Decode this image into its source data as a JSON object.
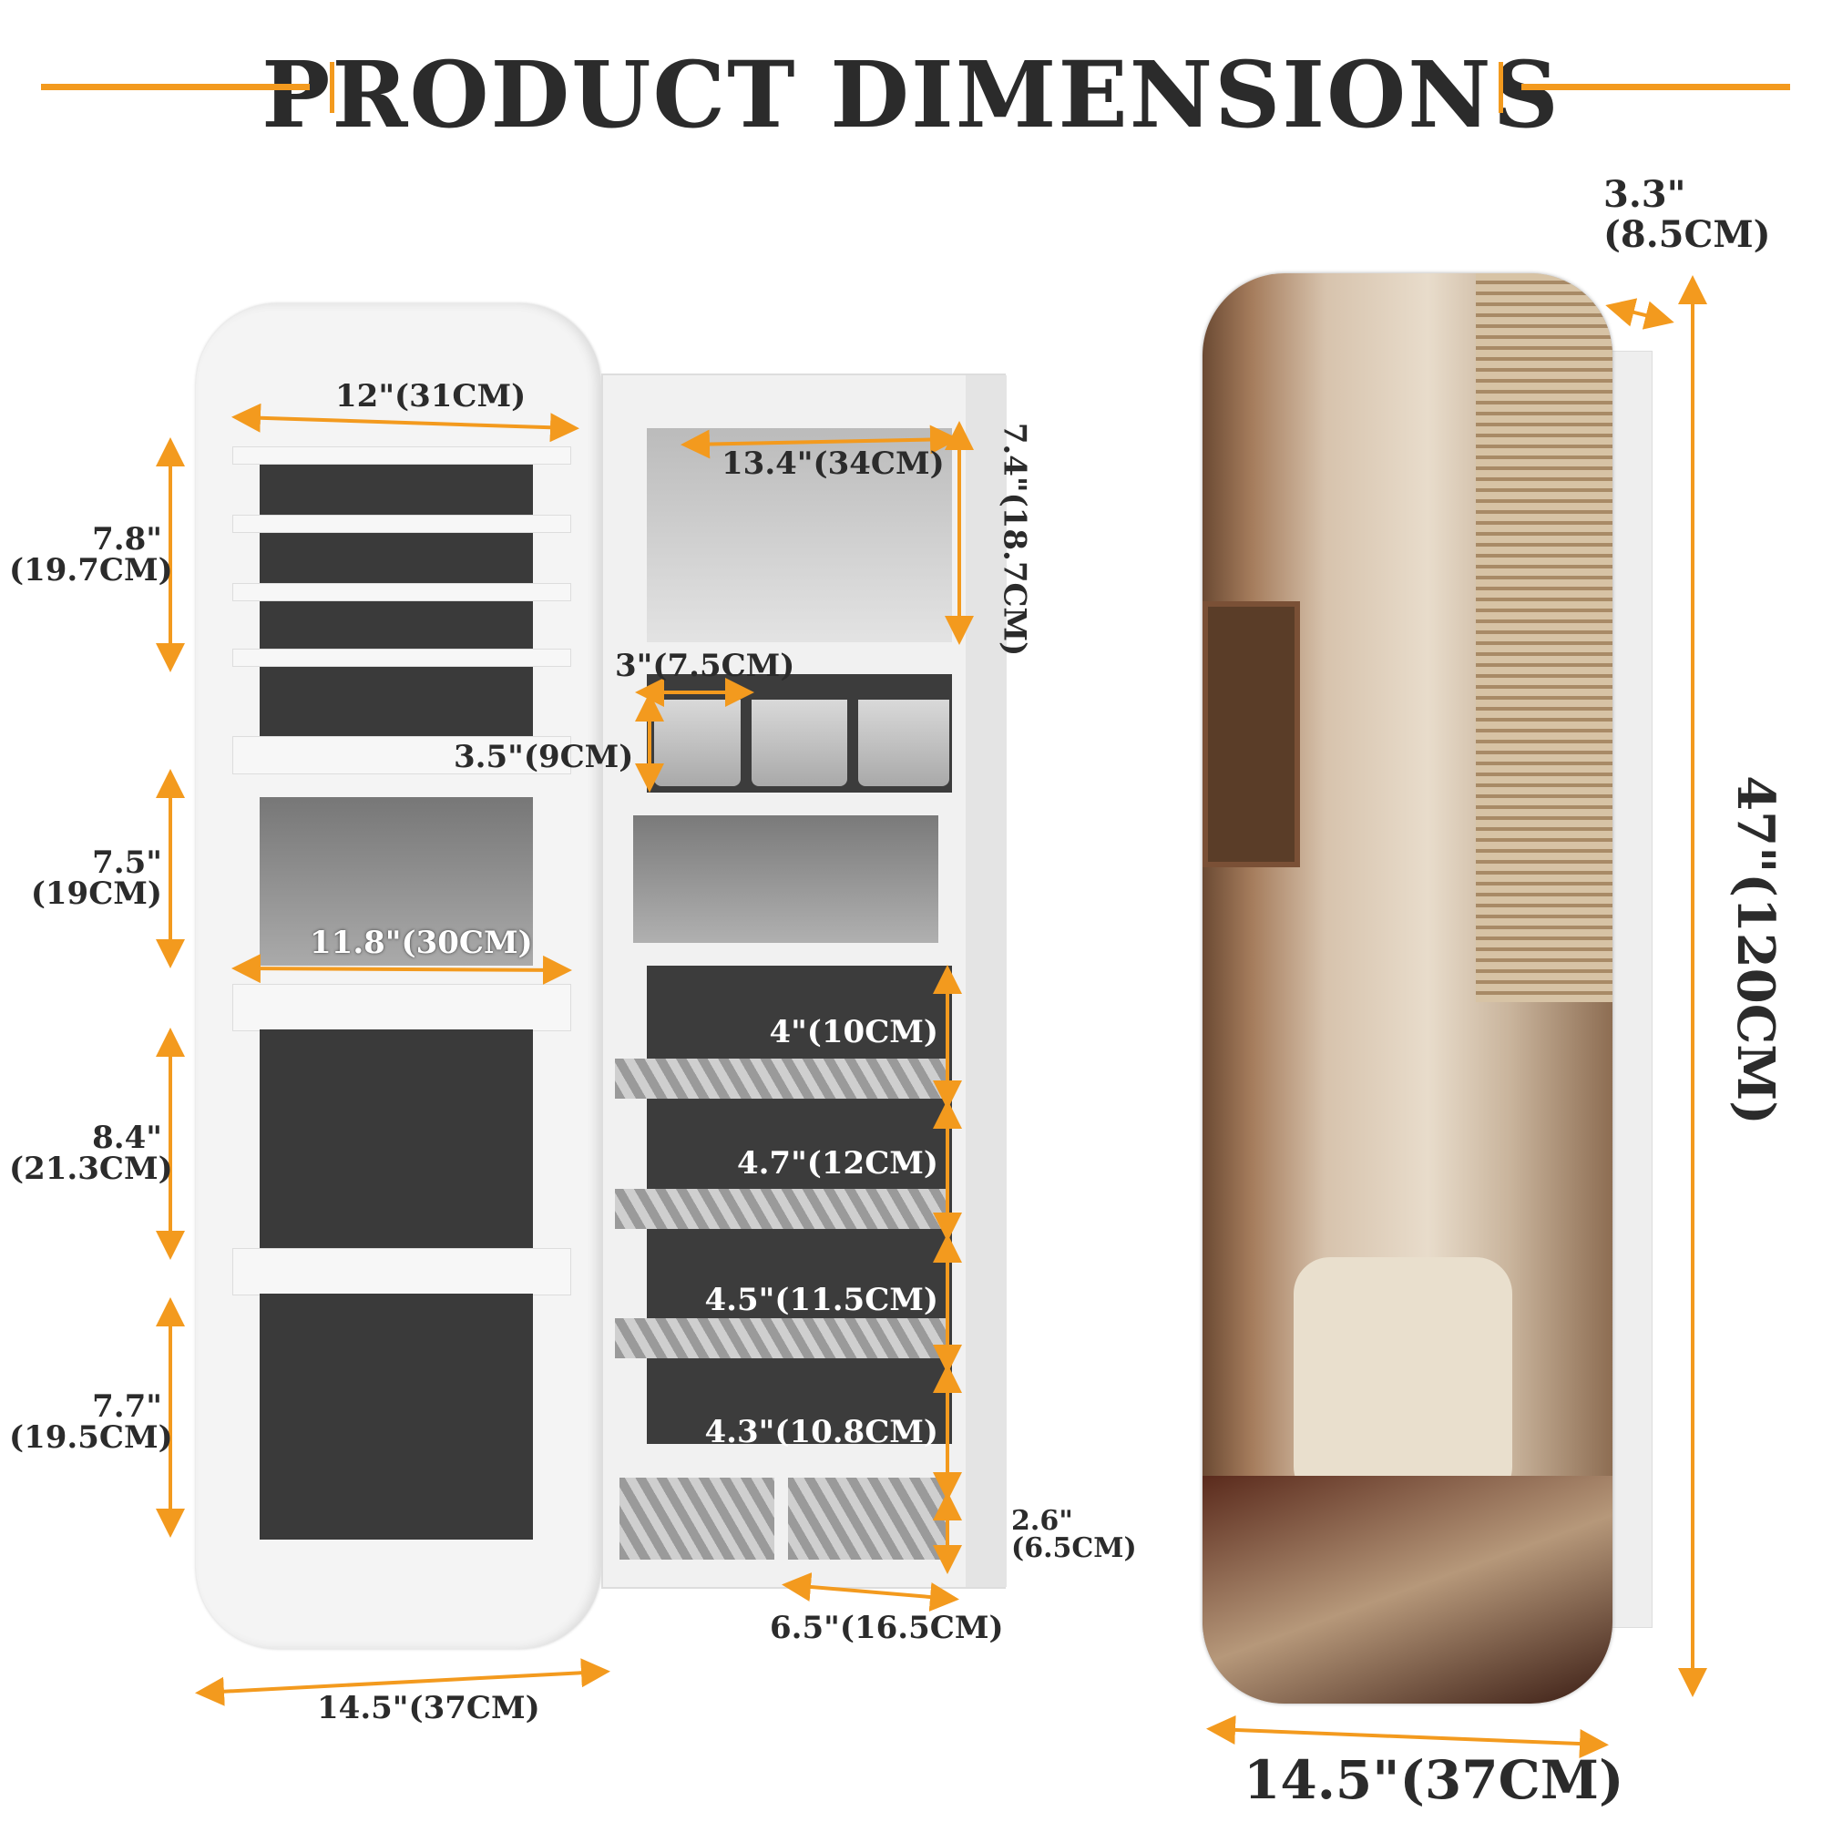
{
  "title": "PRODUCT DIMENSIONS",
  "accent_color": "#f39a1e",
  "text_color": "#2b2b2b",
  "door": {
    "width_top": "12\"(31CM)",
    "width_mid": "11.8\"(30CM)",
    "overall_width": "14.5\"(37CM)",
    "sections": [
      {
        "in": "7.8\"",
        "cm": "(19.7CM)"
      },
      {
        "in": "7.5\"",
        "cm": "(19CM)"
      },
      {
        "in": "8.4\"",
        "cm": "(21.3CM)"
      },
      {
        "in": "7.7\"",
        "cm": "(19.5CM)"
      }
    ]
  },
  "cabinet": {
    "top_width": "13.4\"(34CM)",
    "top_height": "7.4\"(18.7CM)",
    "cup_width": "3\"(7.5CM)",
    "cup_height": "3.5\"(9CM)",
    "shelves": [
      "4\"(10CM)",
      "4.7\"(12CM)",
      "4.5\"(11.5CM)",
      "4.3\"(10.8CM)"
    ],
    "drawer_height": {
      "in": "2.6\"",
      "cm": "(6.5CM)"
    },
    "depth": "6.5\"(16.5CM)"
  },
  "mirror": {
    "thickness": {
      "in": "3.3\"",
      "cm": "(8.5CM)"
    },
    "height": "47\"(120CM)",
    "width": "14.5\"(37CM)"
  }
}
